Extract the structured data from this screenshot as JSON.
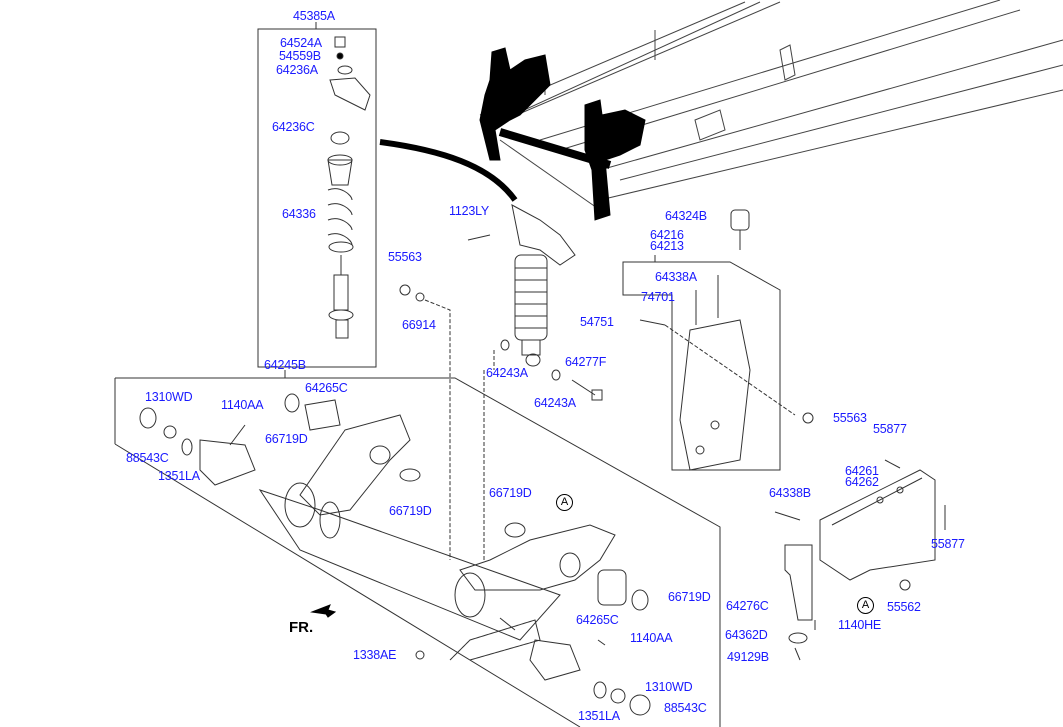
{
  "diagram": {
    "title": "Front Suspension Parts Diagram",
    "orientation_label": "FR.",
    "reference_markers": [
      "A",
      "A"
    ],
    "colors": {
      "label": "#1a1aff",
      "line": "#333333",
      "fill": "#000000"
    },
    "labels": {
      "shock_assy": "45385A",
      "cap": "64524A",
      "nut_top": "54559B",
      "bracket_top": "64236A",
      "insulator": "64236C",
      "spring": "64336",
      "bolt_upper": "1123LY",
      "nut_55563_a": "55563",
      "washer_66914": "66914",
      "bushing_64243a_1": "64243A",
      "bolt_64277f": "64277F",
      "bushing_64243a_2": "64243A",
      "bumper_64324b": "64324B",
      "bracket_64216": "64216",
      "bracket_64213": "64213",
      "stud_64338a": "64338A",
      "stud_74701": "74701",
      "bolt_54751": "54751",
      "nut_55563_b": "55563",
      "bolt_55877_a": "55877",
      "bracket_64261": "64261",
      "bracket_64262": "64262",
      "bolt_64338b": "64338B",
      "bolt_55877_b": "55877",
      "nut_55562": "55562",
      "arm_assy": "64245B",
      "nut_1310wd_a": "1310WD",
      "bolt_1140aa_a": "1140AA",
      "bushing_64265c_a": "64265C",
      "cap_88543c_a": "88543C",
      "washer_66719d_a": "66719D",
      "washer_1351la_a": "1351LA",
      "washer_66719d_b": "66719D",
      "washer_66719d_c": "66719D",
      "bushing_64265c_b": "64265C",
      "washer_66719d_d": "66719D",
      "bolt_1140aa_b": "1140AA",
      "nut_1338ae": "1338AE",
      "nut_1310wd_b": "1310WD",
      "washer_1351la_b": "1351LA",
      "cap_88543c_b": "88543C",
      "bracket_64276c": "64276C",
      "bolt_1140he": "1140HE",
      "pad_64362d": "64362D",
      "bolt_49129b": "49129B"
    }
  }
}
